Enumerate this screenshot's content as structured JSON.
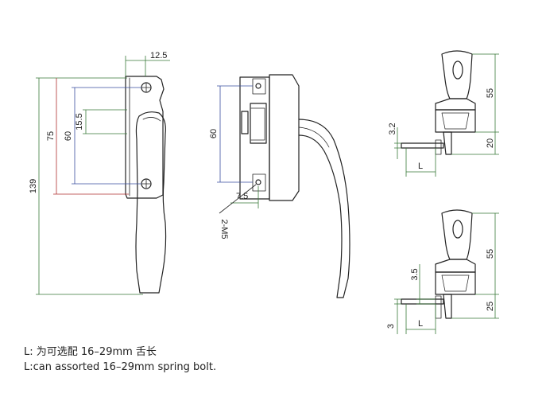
{
  "dimensions": {
    "front_width": "12.5",
    "front_hole_gap": "15.5",
    "front_75": "75",
    "front_60": "60",
    "front_total": "139",
    "side_60": "60",
    "side_offset": "7.5",
    "side_screw": "2-M5",
    "top_right_55": "55",
    "top_right_32": "3.2",
    "top_right_20": "20",
    "top_right_L": "L",
    "bottom_right_55": "55",
    "bottom_right_35": "3.5",
    "bottom_right_25": "25",
    "bottom_right_3": "3",
    "bottom_right_L": "L"
  },
  "notes": {
    "cn": "L: 为可选配 16–29mm 舌长",
    "en": "L:can assorted 16–29mm spring bolt."
  },
  "colors": {
    "line": "#222222",
    "dim_green": "#3a7a3a",
    "dim_red": "#b03030",
    "dim_blue": "#3a4fa0"
  }
}
